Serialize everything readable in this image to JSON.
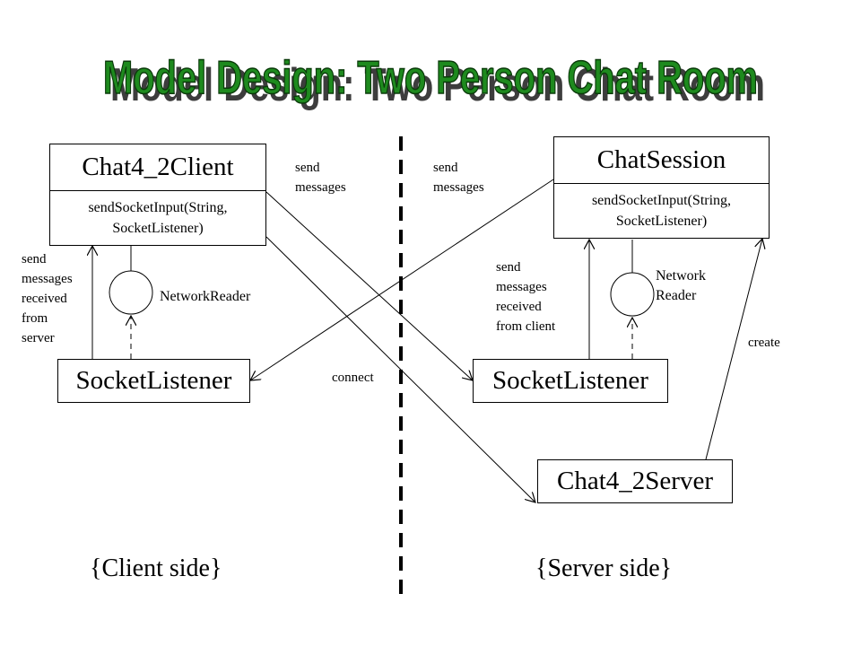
{
  "title": "Model Design: Two Person Chat Room",
  "colors": {
    "title_fill": "#1e8a1e",
    "title_shadow": "#3d3d3d",
    "line": "#000000",
    "background": "#ffffff"
  },
  "client": {
    "class_name": "Chat4_2Client",
    "method": "sendSocketInput(String,\nSocketListener)",
    "listener": "SocketListener",
    "reader_label": "NetworkReader",
    "recv_label": "send\nmessages\nreceived\nfrom\nserver",
    "side_label": "{Client side}"
  },
  "server": {
    "session_name": "ChatSession",
    "method": "sendSocketInput(String,\nSocketListener)",
    "listener": "SocketListener",
    "reader_label": "Network\nReader",
    "recv_label": "send\nmessages\nreceived\nfrom client",
    "server_name": "Chat4_2Server",
    "create_label": "create",
    "side_label": "{Server side}"
  },
  "connectors": {
    "send_left": "send\nmessages",
    "send_right": "send\nmessages",
    "connect": "connect"
  }
}
